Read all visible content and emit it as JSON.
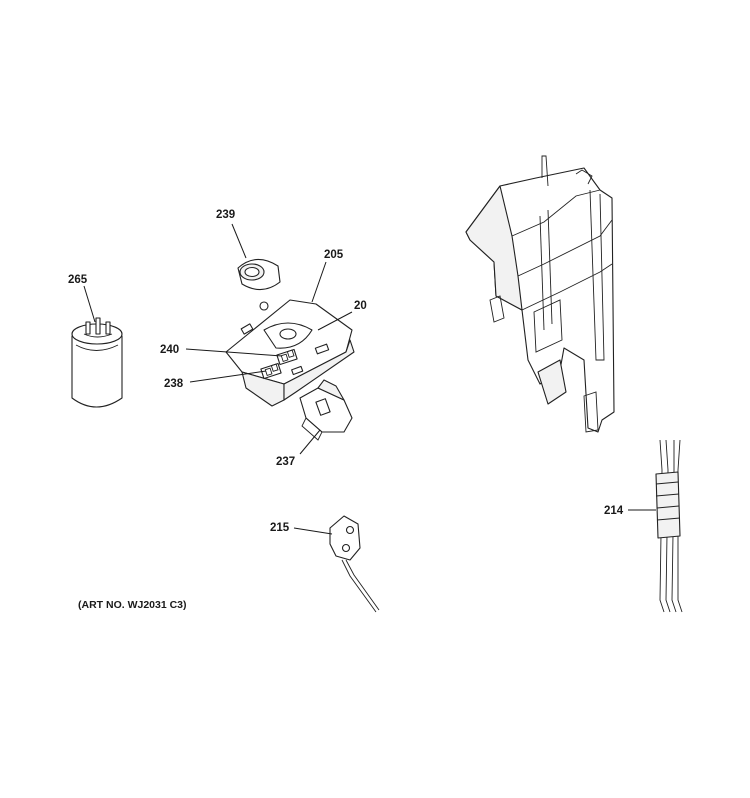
{
  "callouts": {
    "c265": "265",
    "c239": "239",
    "c205": "205",
    "c20": "20",
    "c240": "240",
    "c238": "238",
    "c237": "237",
    "c215": "215",
    "c214": "214"
  },
  "art_number": "(ART NO. WJ2031 C3)"
}
